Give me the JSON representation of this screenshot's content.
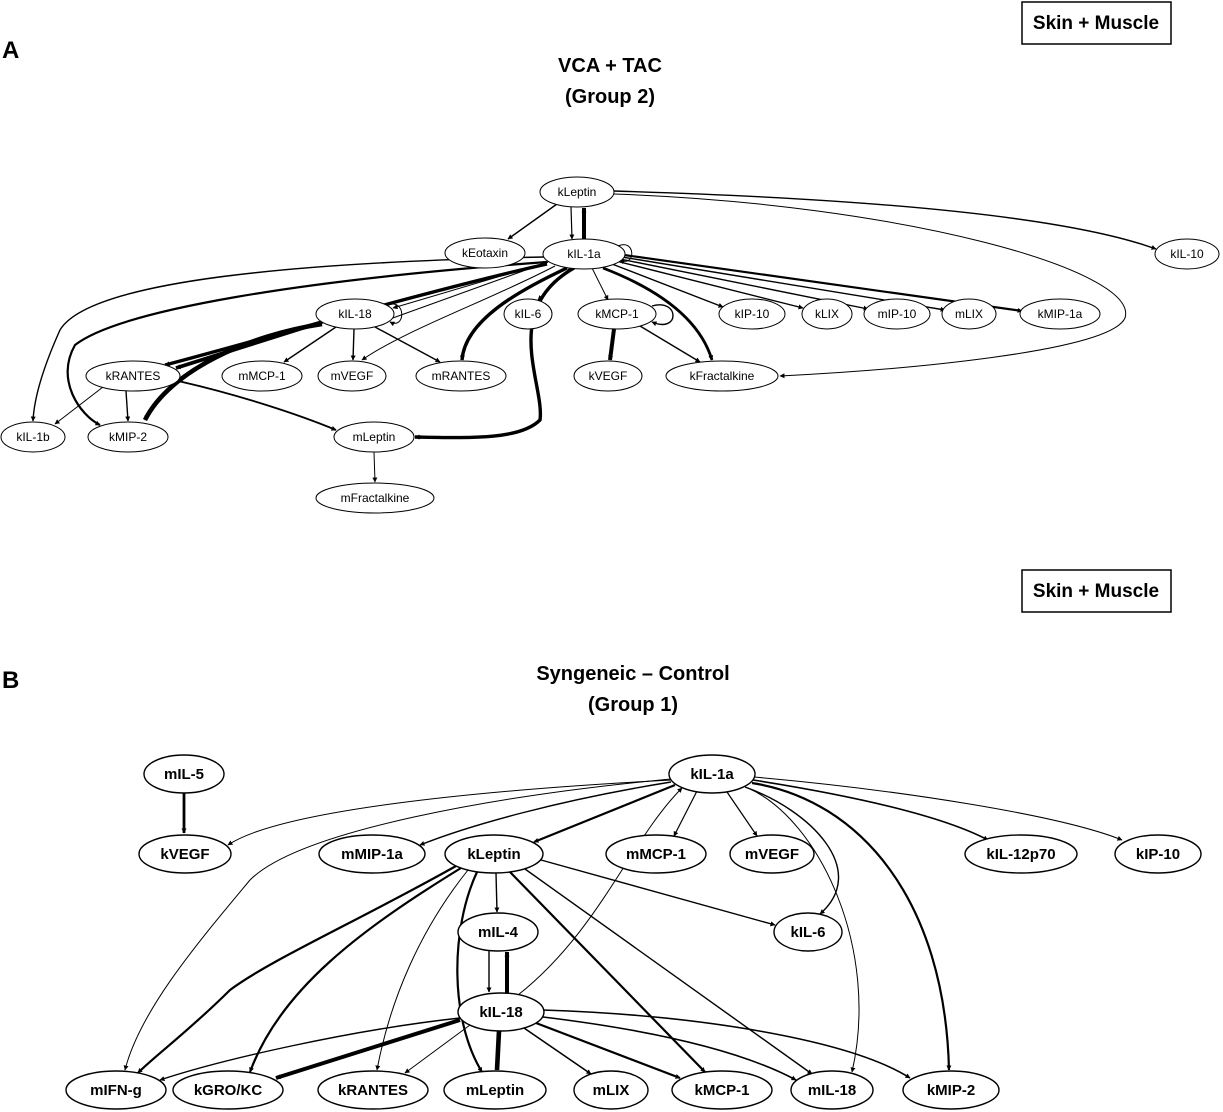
{
  "panelA": {
    "letter": "A",
    "title_line1": "VCA + TAC",
    "title_line2": "(Group 2)",
    "tag": "Skin + Muscle",
    "nodes": {
      "kLeptin": "kLeptin",
      "kEotaxin": "kEotaxin",
      "kIL1a": "kIL-1a",
      "kIL10": "kIL-10",
      "kIL18": "kIL-18",
      "kIL6": "kIL-6",
      "kMCP1": "kMCP-1",
      "kIP10": "kIP-10",
      "kLIX": "kLIX",
      "mIP10": "mIP-10",
      "mLIX": "mLIX",
      "kMIP1a": "kMIP-1a",
      "kRANTES": "kRANTES",
      "mMCP1": "mMCP-1",
      "mVEGF": "mVEGF",
      "mRANTES": "mRANTES",
      "kVEGF": "kVEGF",
      "kFractalkine": "kFractalkine",
      "kIL1b": "kIL-1b",
      "kMIP2": "kMIP-2",
      "mLeptin": "mLeptin",
      "mFractalkine": "mFractalkine"
    }
  },
  "panelB": {
    "letter": "B",
    "title_line1": "Syngeneic – Control",
    "title_line2": "(Group 1)",
    "tag": "Skin + Muscle",
    "nodes": {
      "mIL5": "mIL-5",
      "kIL1a": "kIL-1a",
      "kVEGF": "kVEGF",
      "mMIP1a": "mMIP-1a",
      "kLeptin": "kLeptin",
      "mMCP1": "mMCP-1",
      "mVEGF": "mVEGF",
      "kIL12p70": "kIL-12p70",
      "kIP10": "kIP-10",
      "mIL4": "mIL-4",
      "kIL6": "kIL-6",
      "kIL18": "kIL-18",
      "mIFNg": "mIFN-g",
      "kGROKC": "kGRO/KC",
      "kRANTES": "kRANTES",
      "mLeptin": "mLeptin",
      "mLIX": "mLIX",
      "kMCP1": "kMCP-1",
      "mIL18": "mIL-18",
      "kMIP2": "kMIP-2"
    }
  }
}
